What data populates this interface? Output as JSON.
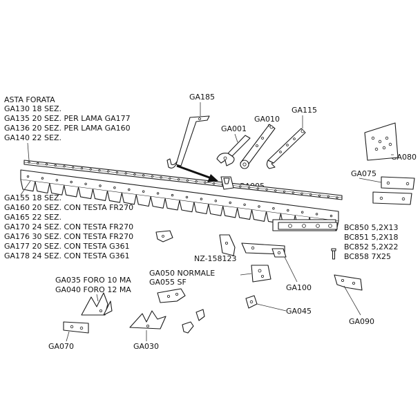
{
  "labels": {
    "asta_forata": "ASTA FORATA",
    "ga130": "GA130 18 SEZ.",
    "ga135": "GA135 20 SEZ. PER LAMA GA177",
    "ga136": "GA136 20 SEZ. PER LAMA GA160",
    "ga140": "GA140 22 SEZ.",
    "ga155": "GA155 18 SEZ.",
    "ga160": "GA160 20 SEZ. CON TESTA FR270",
    "ga165": "GA165 22 SEZ.",
    "ga170": "GA170 24 SEZ. CON TESTA FR270",
    "ga176": "GA176 30 SEZ. CON TESTA FR270",
    "ga177": "GA177 20 SEZ. CON TESTA G361",
    "ga178": "GA178 24 SEZ. CON TESTA G361",
    "ga185": "GA185",
    "ga001": "GA001",
    "ga010": "GA010",
    "ga115": "GA115",
    "ga005": "GA005",
    "ga080": "GA080",
    "ga075": "GA075",
    "bc850": "BC850 5,2X13",
    "bc851": "BC851 5,2X18",
    "bc852": "BC852 5,2X22",
    "bc858": "BC858 7X25",
    "nz158123": "NZ-158123",
    "ga050": "GA050 NORMALE",
    "ga055": "GA055 SF",
    "ga035": "GA035 FORO 10 MA",
    "ga040": "GA040 FORO 12 MA",
    "ga100": "GA100",
    "ga045": "GA045",
    "ga090": "GA090",
    "ga070": "GA070",
    "ga030": "GA030"
  }
}
